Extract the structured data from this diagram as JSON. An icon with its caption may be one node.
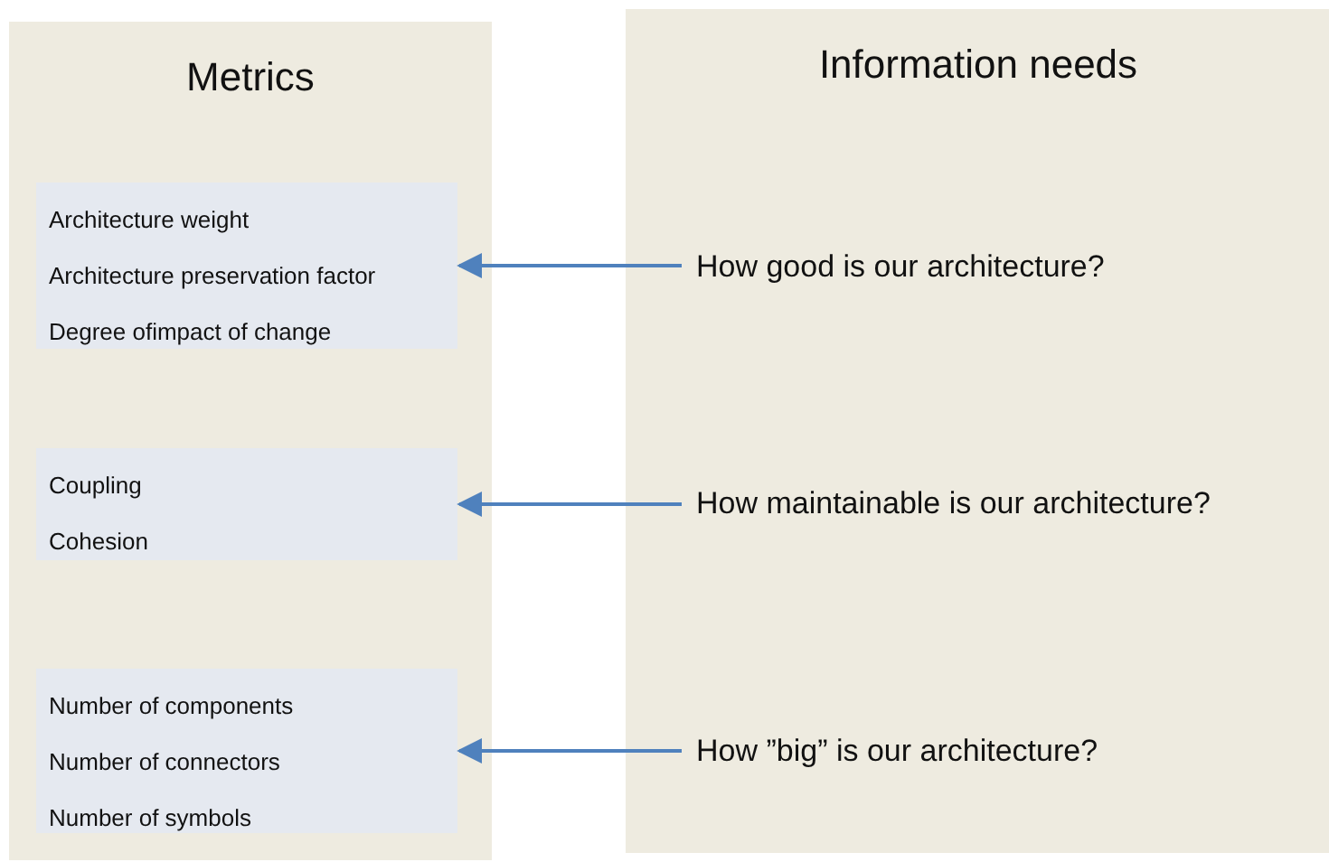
{
  "diagram": {
    "nodes": [
      {
        "text": [
          "Metrics"
        ]
      },
      {
        "text": [
          "Information needs"
        ]
      },
      {
        "text": [
          "Architecture weight",
          "Architecture preservation factor",
          "Degree ofimpact of change"
        ],
        "in": 0
      },
      {
        "text": [
          "Coupling",
          "Cohesion"
        ],
        "in": 0
      },
      {
        "text": [
          "Number of components",
          "Number of connectors",
          "Number of symbols"
        ],
        "in": 0
      },
      {
        "text": [
          "How good is our architecture?"
        ],
        "in": 1
      },
      {
        "text": [
          "How maintainable is our architecture?"
        ],
        "in": 1
      },
      {
        "text": [
          "How ”big” is our architecture?"
        ],
        "in": 1
      }
    ],
    "edges": [
      {
        "from": 5,
        "to": 2,
        "arrow": "to"
      },
      {
        "from": 6,
        "to": 3,
        "arrow": "to"
      },
      {
        "from": 7,
        "to": 4,
        "arrow": "to"
      }
    ]
  }
}
